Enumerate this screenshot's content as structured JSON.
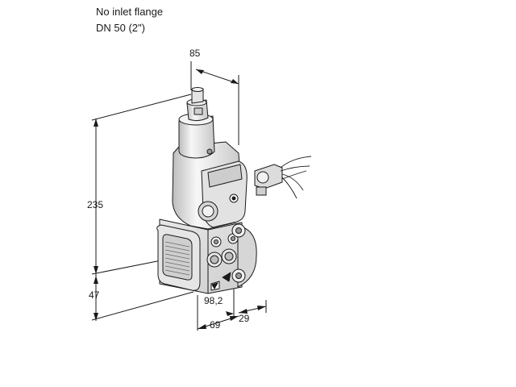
{
  "notes": {
    "line1": "No inlet flange",
    "line2": "DN 50 (2\")"
  },
  "dimensions": {
    "top_width": "85",
    "total_height": "235",
    "base_height": "47",
    "body_depth": "98,2",
    "front_width": "69",
    "side_offset": "29"
  },
  "colors": {
    "line": "#1a1a1a",
    "body_light": "#f2f2f2",
    "body_mid": "#d9d9d9",
    "body_dark": "#9a9a9a"
  }
}
